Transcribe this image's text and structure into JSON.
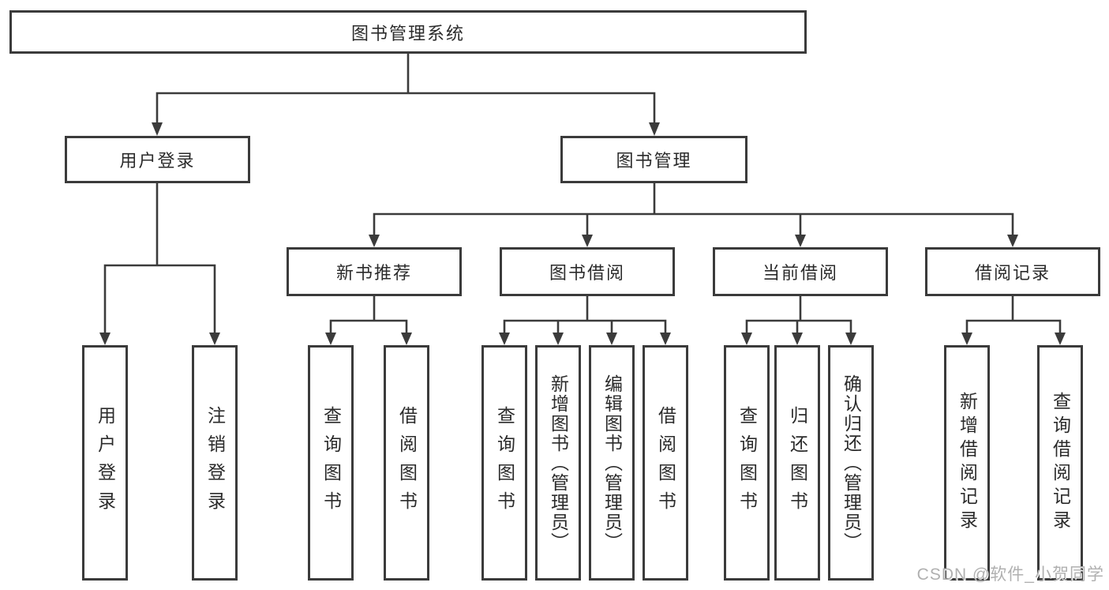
{
  "diagram_type": "hierarchy-tree",
  "colors": {
    "line": "#3b3b3b",
    "text": "#2b2b2b",
    "box_bg": "#ffffff",
    "watermark": "#b0b0b0"
  },
  "tree": {
    "root": "图书管理系统",
    "branches": [
      {
        "label": "用户登录",
        "children": [
          "用户登录",
          "注销登录"
        ]
      },
      {
        "label": "图书管理",
        "groups": [
          {
            "label": "新书推荐",
            "children": [
              "查询图书",
              "借阅图书"
            ]
          },
          {
            "label": "图书借阅",
            "children": [
              "查询图书",
              "新增图书（管理员）",
              "编辑图书（管理员）",
              "借阅图书"
            ]
          },
          {
            "label": "当前借阅",
            "children": [
              "查询图书",
              "归还图书",
              "确认归还（管理员）"
            ]
          },
          {
            "label": "借阅记录",
            "children": [
              "新增借阅记录",
              "查询借阅记录"
            ]
          }
        ]
      }
    ]
  },
  "watermark": "CSDN @软件_小贺同学"
}
